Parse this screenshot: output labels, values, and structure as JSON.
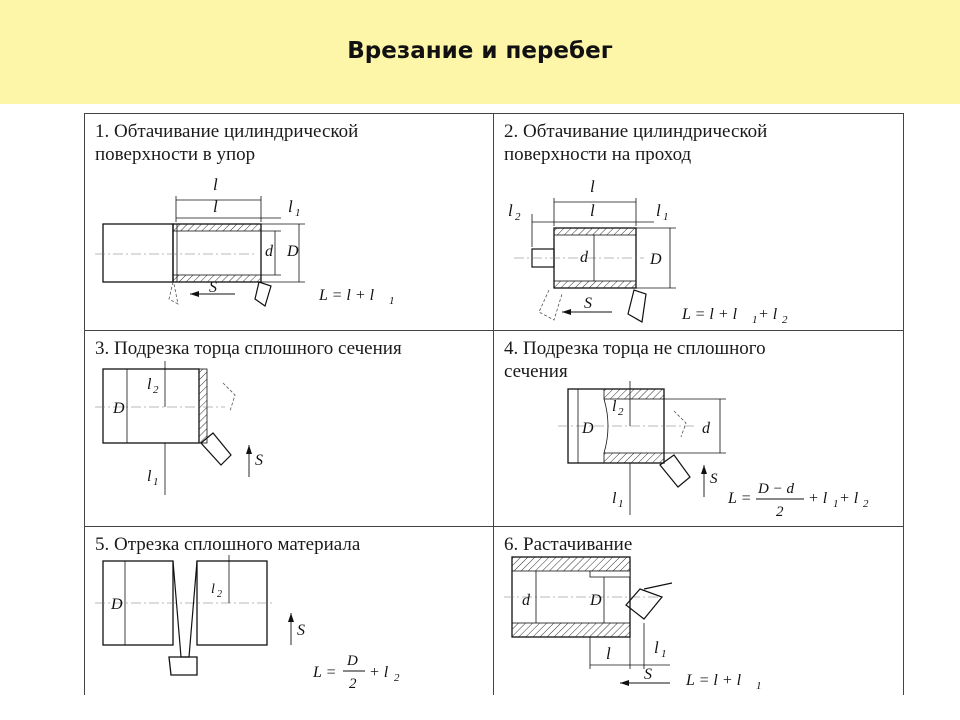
{
  "header": {
    "title": "Врезание и перебег"
  },
  "cells": [
    {
      "caption": "1. Обтачивание цилиндрической\nповерхности в упор",
      "labels": {
        "l": "l",
        "l1": "l",
        "l1sub": "1",
        "d": "d",
        "D": "D",
        "S": "S",
        "formula": "L = l + l",
        "formula_sub": "1"
      }
    },
    {
      "caption": "2. Обтачивание цилиндрической\nповерхности на проход",
      "labels": {
        "l": "l",
        "l1": "l",
        "l1sub": "1",
        "l2": "l",
        "l2sub": "2",
        "d": "d",
        "D": "D",
        "S": "S",
        "formula": "L = l + l",
        "formula_sub1": "1",
        "formula_mid": " + l",
        "formula_sub2": "2"
      }
    },
    {
      "caption": "3. Подрезка торца сплошного сечения",
      "labels": {
        "D": "D",
        "l2": "l",
        "l2sub": "2",
        "l1": "l",
        "l1sub": "1",
        "S": "S"
      }
    },
    {
      "caption": "4. Подрезка торца не сплошного\nсечения",
      "labels": {
        "D": "D",
        "d": "d",
        "l2": "l",
        "l2sub": "2",
        "l1": "l",
        "l1sub": "1",
        "S": "S",
        "formula_L": "L =",
        "formula_num": "D − d",
        "formula_den": "2",
        "formula_rest": "+ l",
        "formula_sub1": "1",
        "formula_mid": " + l",
        "formula_sub2": "2"
      }
    },
    {
      "caption": "5. Отрезка сплошного материала",
      "labels": {
        "D": "D",
        "l2": "l",
        "l2sub": "2",
        "S": "S",
        "formula_L": "L =",
        "formula_num": "D",
        "formula_den": "2",
        "formula_rest": "+ l",
        "formula_sub": "2"
      }
    },
    {
      "caption": "6. Растачивание",
      "labels": {
        "d": "d",
        "D": "D",
        "l": "l",
        "l1": "l",
        "l1sub": "1",
        "S": "S",
        "formula": "L = l + l",
        "formula_sub": "1"
      }
    }
  ]
}
